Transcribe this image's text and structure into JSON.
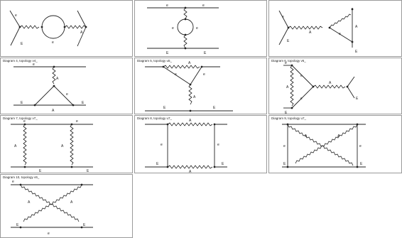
{
  "diagrams": [
    {
      "title": "",
      "labels": {
        "e1": "e",
        "e2": "E",
        "a1": "A",
        "e3": "e"
      }
    },
    {
      "title": "",
      "labels": {
        "e1": "e",
        "e2": "e",
        "e3": "e",
        "e4": "e",
        "e5": "E",
        "e6": "E"
      }
    },
    {
      "title": "",
      "labels": {
        "e1": "e",
        "e2": "E",
        "a1": "A",
        "e3": "e",
        "a2": "A",
        "e4": "E"
      }
    },
    {
      "title": "Diagram 4, topology v4_",
      "labels": {
        "e1": "e",
        "e2": "A",
        "e3": "e",
        "e4": "E",
        "e5": "E",
        "a1": "A"
      }
    },
    {
      "title": "Diagram 5, topology u5_",
      "labels": {
        "a1": "A",
        "e1": "e",
        "e2": "e",
        "e3": "A",
        "e4": "E",
        "e5": "E"
      }
    },
    {
      "title": "Diagram 6, topology v6_",
      "labels": {
        "e1": "e",
        "a1": "A",
        "a2": "A",
        "e2": "e",
        "e3": "e",
        "e4": "E",
        "e5": "E"
      }
    },
    {
      "title": "Diagram 7, topology v7_",
      "labels": {
        "e1": "e",
        "e2": "e",
        "a1": "A",
        "a2": "A",
        "e3": "E",
        "e4": "E"
      }
    },
    {
      "title": "Diagram 8, topology u7_",
      "labels": {
        "e1": "e",
        "a1": "A",
        "e2": "e",
        "a2": "A",
        "e3": "E",
        "e4": "E"
      }
    },
    {
      "title": "Diagram 9, topology u7_",
      "labels": {
        "e1": "e",
        "a1": "A",
        "a2": "A",
        "e2": "e",
        "e3": "E",
        "e4": "E"
      }
    },
    {
      "title": "Diagram 10, topology v9_",
      "labels": {
        "e1": "e",
        "a1": "A",
        "a2": "A",
        "e2": "E",
        "e3": "E",
        "e4": "e"
      }
    }
  ]
}
